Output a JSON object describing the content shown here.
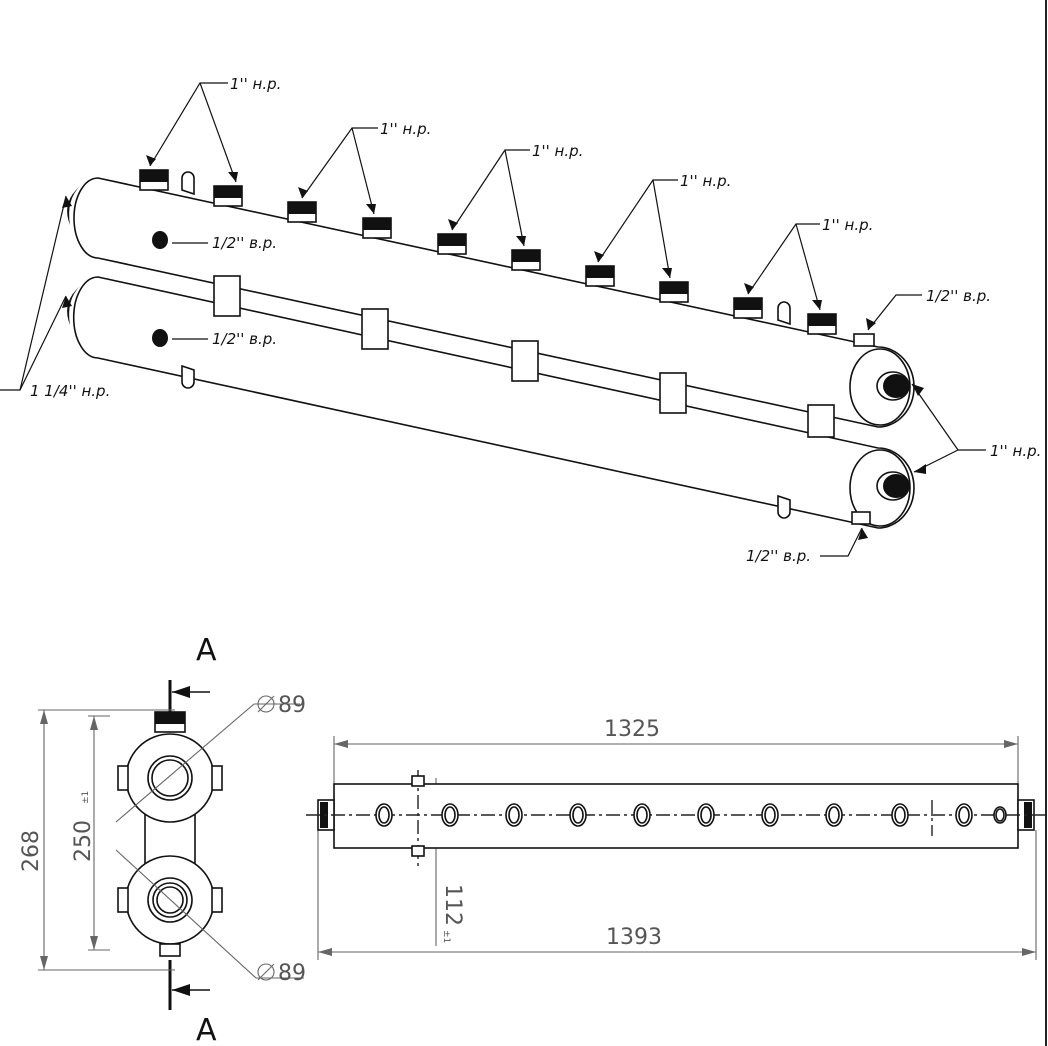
{
  "iso": {
    "labels": {
      "c1": "1'' н.р.",
      "c2": "1'' н.р.",
      "c3": "1'' н.р.",
      "c4": "1'' н.р.",
      "c5": "1'' н.р.",
      "half_top_left": "1/2'' в.р.",
      "half_bottom_left": "1/2'' в.р.",
      "half_right_top": "1/2'' в.р.",
      "half_right_bottom": "1/2'' в.р.",
      "end_right": "1'' н.р.",
      "end_left": "1 1/4'' н.р."
    }
  },
  "section": {
    "letter_top": "A",
    "letter_bottom": "A",
    "dia_top": "89",
    "dia_bottom": "89",
    "height_total": "268",
    "height_axes": "250",
    "tolerance": "±1"
  },
  "plan": {
    "length_body": "1325",
    "length_total": "1393",
    "offset": "112",
    "tolerance": "±1"
  }
}
